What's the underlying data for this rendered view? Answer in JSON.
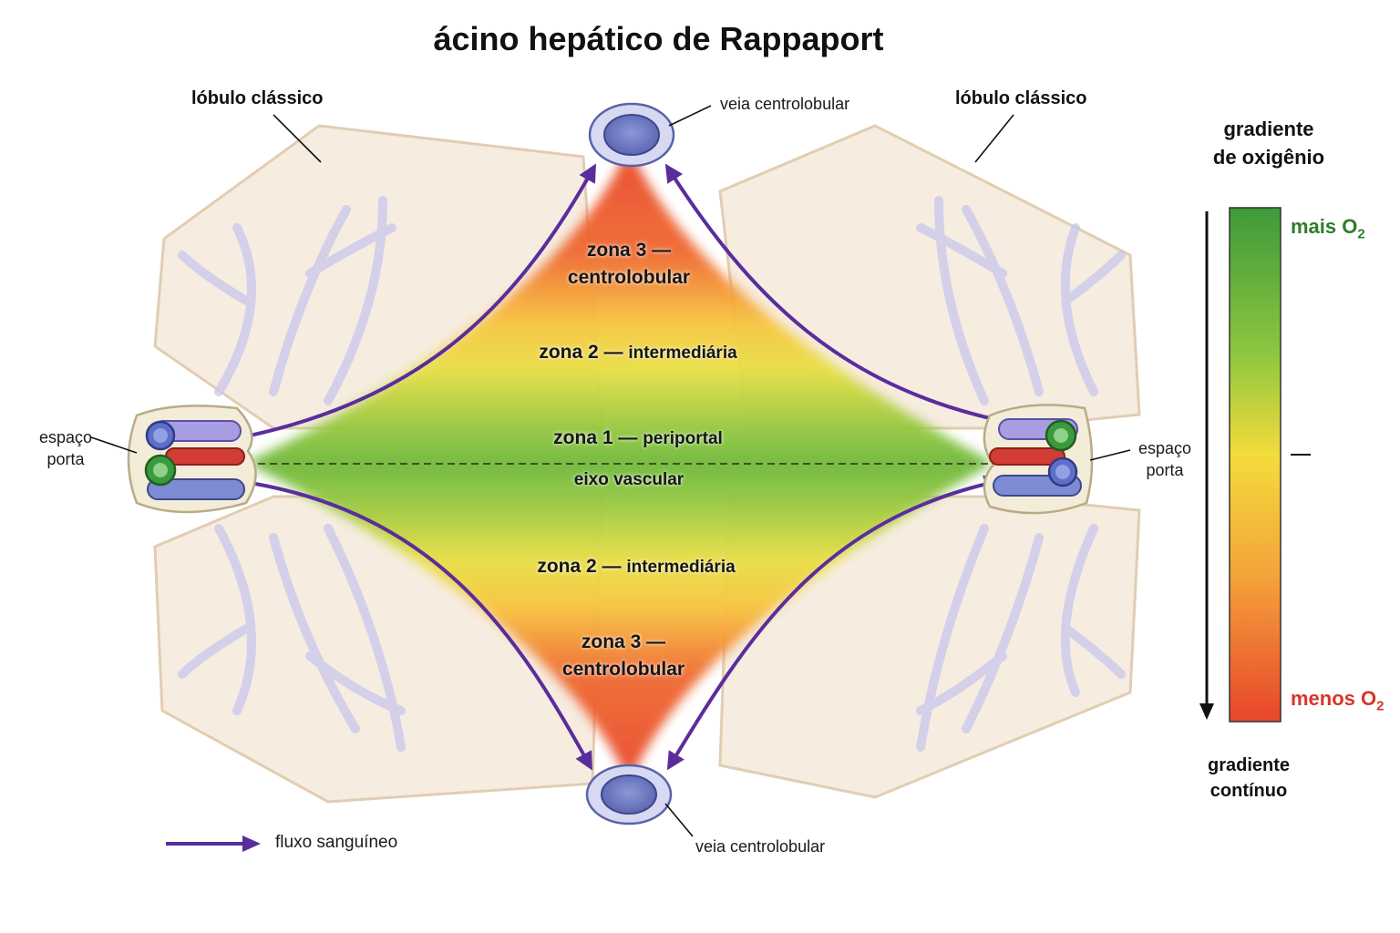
{
  "title": "ácino hepático de Rappaport",
  "labels": {
    "lobule_left": "lóbulo clássico",
    "lobule_right": "lóbulo clássico",
    "central_vein_top": "veia centrolobular",
    "central_vein_bottom": "veia centrolobular",
    "portal_left_line1": "espaço",
    "portal_left_line2": "porta",
    "portal_right_line1": "espaço",
    "portal_right_line2": "porta",
    "vascular_axis": "eixo vascular"
  },
  "zones": {
    "zone3_top_line1": "zona 3 —",
    "zone3_top_line2": "centrolobular",
    "zone2_top_name": "zona 2 —",
    "zone2_top_desc": "intermediária",
    "zone1_name": "zona 1 —",
    "zone1_desc": "periportal",
    "zone2_bottom_name": "zona 2 —",
    "zone2_bottom_desc": "intermediária",
    "zone3_bottom_line1": "zona 3 —",
    "zone3_bottom_line2": "centrolobular"
  },
  "gradient": {
    "title_line1": "gradiente",
    "title_line2": "de oxigênio",
    "top_label": "mais O",
    "top_sub": "2",
    "bottom_label": "menos O",
    "bottom_sub": "2",
    "footer_line1": "gradiente",
    "footer_line2": "contínuo",
    "top_color": "#3e9a3a",
    "mid_color": "#f3dc3c",
    "bottom_color": "#e8452b"
  },
  "legend": {
    "flow_label": "fluxo sanguíneo",
    "arrow_color": "#5a2d9c"
  }
}
